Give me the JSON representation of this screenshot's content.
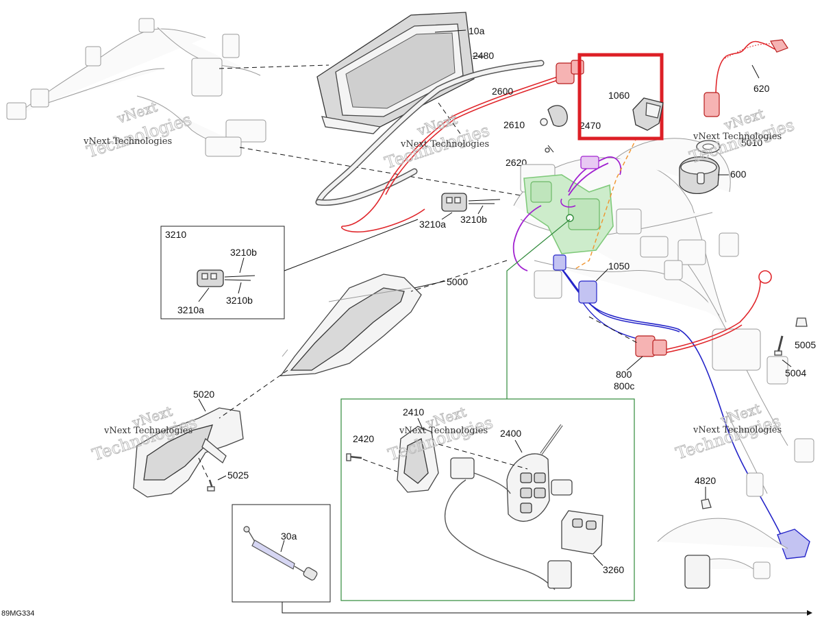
{
  "figure_code": "89MG334",
  "watermark": {
    "line1": "vNext",
    "line2": "Technologies",
    "caption": "vNext Technologies"
  },
  "labels": {
    "p10a": "10a",
    "p2480": "2480",
    "p2600": "2600",
    "p2610": "2610",
    "p2620": "2620",
    "p1060": "1060",
    "p2470": "2470",
    "p620": "620",
    "p5010": "5010",
    "p600": "600",
    "p3210a": "3210a",
    "p3210b": "3210b",
    "p3210": "3210",
    "p3210b_inset_top": "3210b",
    "p3210a_inset": "3210a",
    "p3210b_inset_bottom": "3210b",
    "p1050": "1050",
    "p5000": "5000",
    "p5005": "5005",
    "p5004": "5004",
    "p800": "800",
    "p800c": "800c",
    "p5020": "5020",
    "p5025": "5025",
    "p2410": "2410",
    "p2420": "2420",
    "p2400": "2400",
    "p3260": "3260",
    "p4820": "4820",
    "p30a": "30a"
  },
  "colors": {
    "highlight_box": "#dd1f26",
    "red_wire": "#e0262b",
    "blue_wire": "#2323c8",
    "purple_wire": "#a020d0",
    "green_part": "#7fc97a",
    "green_frame": "#2f8a3a",
    "orange_dash": "#f0932b"
  }
}
